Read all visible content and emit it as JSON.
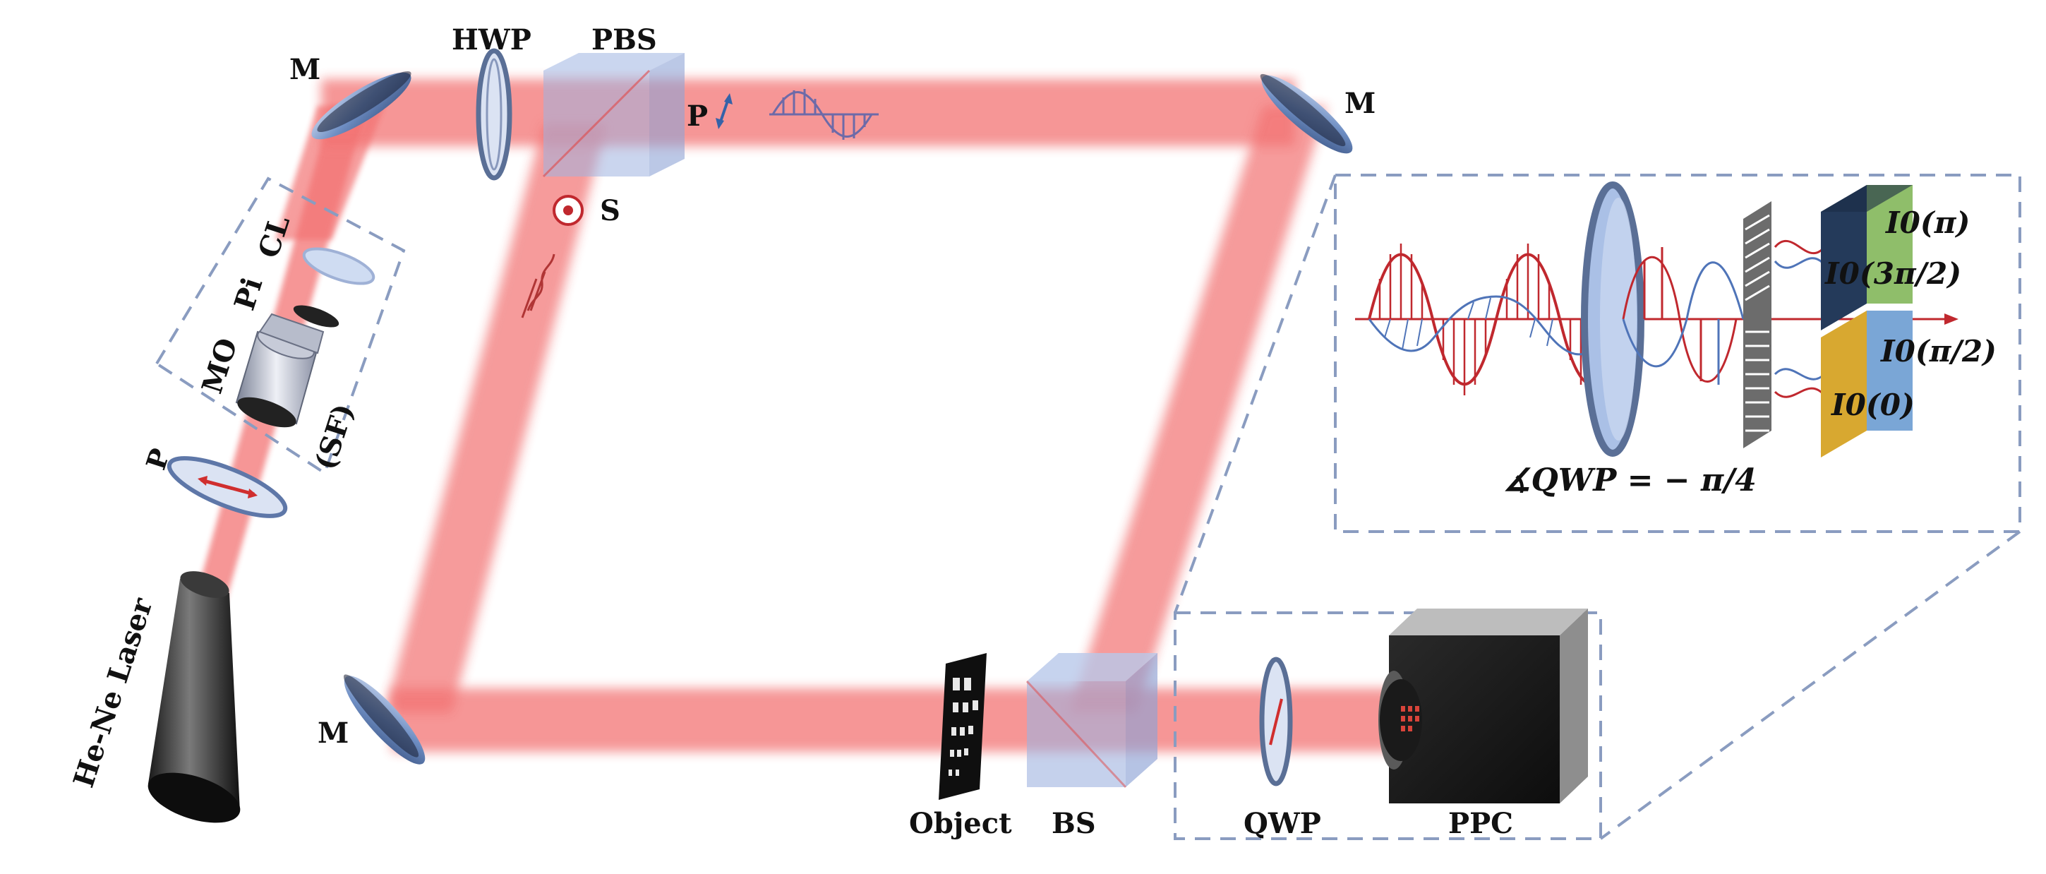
{
  "labels": {
    "mirror_top_left": "M",
    "hwp": "HWP",
    "pbs": "PBS",
    "p_polarization": "P",
    "mirror_top_right": "M",
    "s_polarization": "S",
    "cylindrical_lens": "CL",
    "pinhole": "Pi",
    "objective": "MO",
    "spatial_filter": "(SF)",
    "polarizer": "P",
    "laser": "He-Ne Laser",
    "mirror_bottom_left": "M",
    "object": "Object",
    "bs": "BS",
    "qwp": "QWP",
    "ppc": "PPC"
  },
  "inset": {
    "pixel_labels": [
      "I0(π)",
      "I0(3π/2)",
      "I0(π/2)",
      "I0(0)"
    ],
    "qwp_angle": "∡QWP = − π/4"
  },
  "colors": {
    "beam": "#f05a5a",
    "dash_box": "#8a9cc0",
    "optic_blue": "#6f8fc4",
    "wave_red": "#c0282e",
    "wave_blue": "#4f74b8",
    "pixel_green": "#8fbe6a",
    "pixel_navy": "#243a5a",
    "pixel_gold": "#d8a830",
    "pixel_sky": "#7aa6d6"
  }
}
